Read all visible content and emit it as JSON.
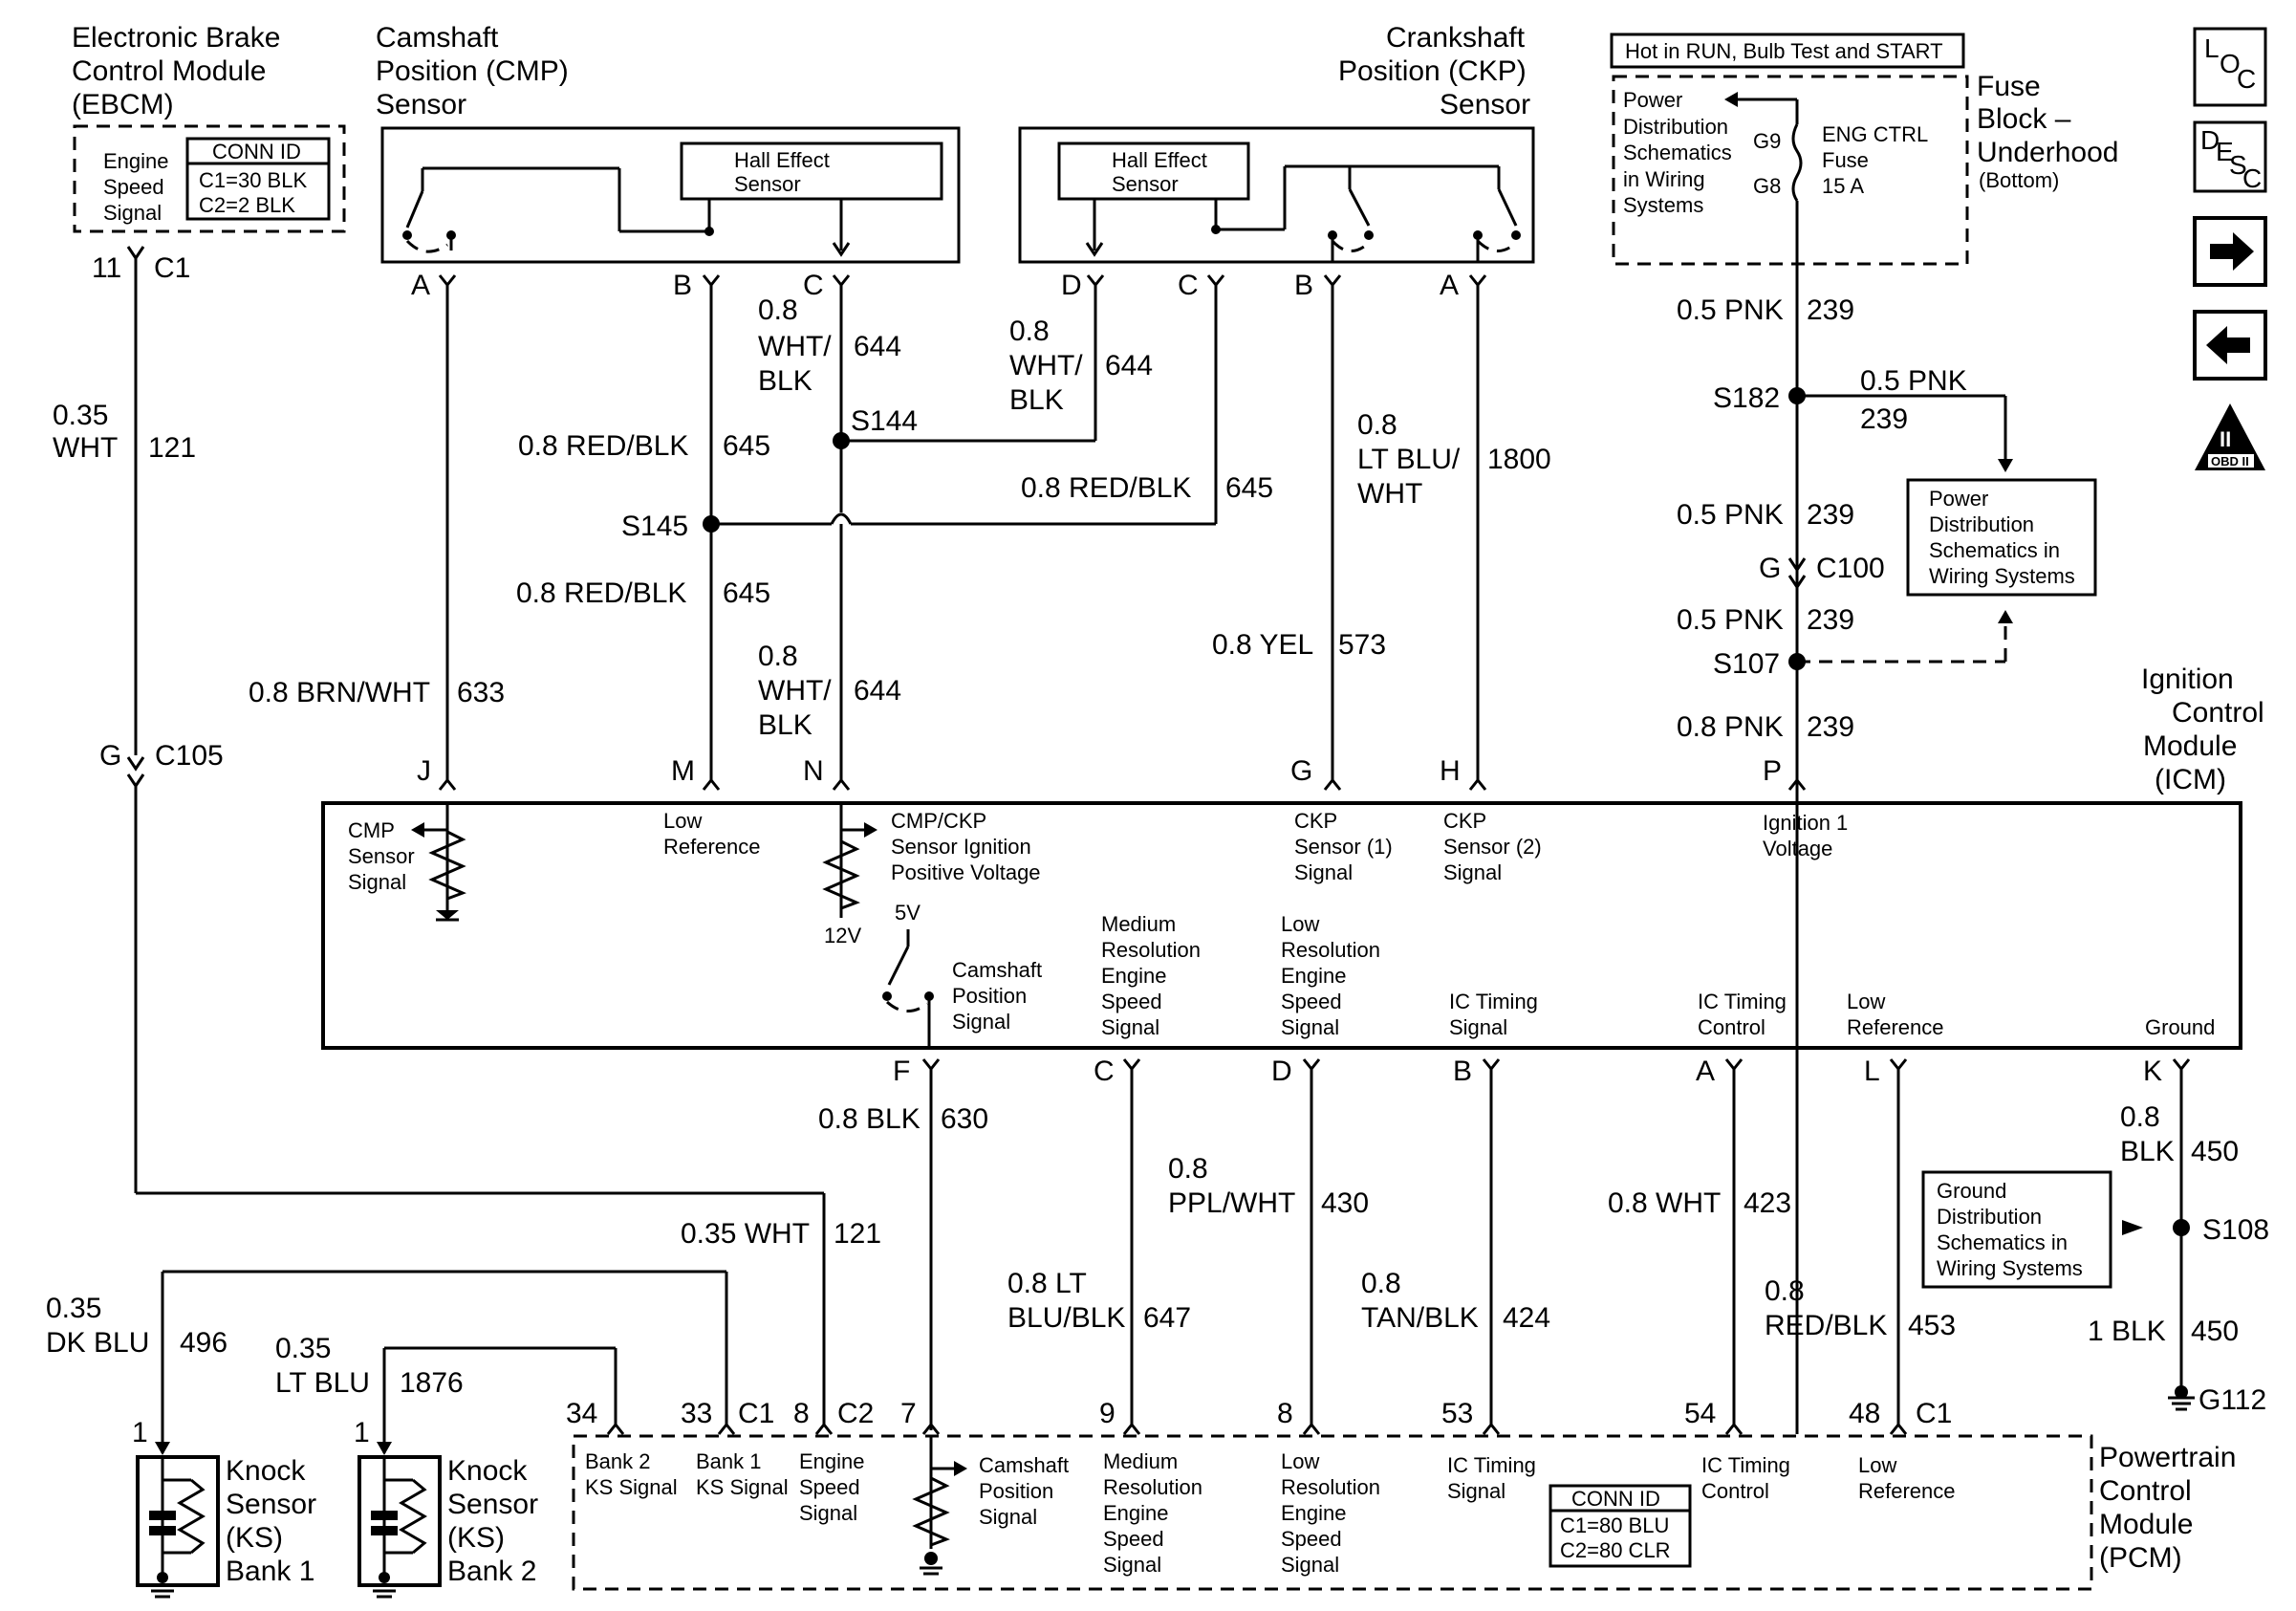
{
  "components": {
    "ebcm": {
      "lines": [
        "Electronic Brake",
        "Control Module",
        "(EBCM)"
      ]
    },
    "ebcm_signal": {
      "lines": [
        "Engine",
        "Speed",
        "Signal"
      ]
    },
    "ebcm_conn": {
      "title": "CONN ID",
      "rows": [
        "C1=30 BLK",
        "C2=2 BLK"
      ]
    },
    "cmp": {
      "lines": [
        "Camshaft",
        "Position (CMP)",
        "Sensor"
      ],
      "hall": [
        "Hall Effect",
        "Sensor"
      ]
    },
    "ckp": {
      "lines": [
        "Crankshaft",
        "Position (CKP)",
        "Sensor"
      ],
      "hall": [
        "Hall Effect",
        "Sensor"
      ]
    },
    "hot_label": "Hot in RUN, Bulb Test and START",
    "fuse_block": {
      "lines": [
        "Fuse",
        "Block –",
        "Underhood"
      ],
      "sub": "(Bottom)"
    },
    "power_dist": [
      "Power",
      "Distribution",
      "Schematics",
      "in Wiring",
      "Systems"
    ],
    "fuse": {
      "pins": [
        "G9",
        "G8"
      ],
      "lines": [
        "ENG CTRL",
        "Fuse",
        "15 A"
      ]
    },
    "power_dist_box": [
      "Power",
      "Distribution",
      "Schematics in",
      "Wiring Systems"
    ],
    "icm_title": [
      "Ignition",
      "Control",
      "Module",
      "(ICM)"
    ],
    "ground_dist": [
      "Ground",
      "Distribution",
      "Schematics in",
      "Wiring Systems"
    ],
    "pcm_title": [
      "Powertrain",
      "Control",
      "Module",
      "(PCM)"
    ],
    "pcm_conn": {
      "title": "CONN ID",
      "rows": [
        "C1=80 BLU",
        "C2=80 CLR"
      ]
    },
    "knock1": [
      "Knock",
      "Sensor",
      "(KS)",
      "Bank 1"
    ],
    "knock2": [
      "Knock",
      "Sensor",
      "(KS)",
      "Bank 2"
    ]
  },
  "nav_icons": {
    "loc": [
      "L",
      "O",
      "C"
    ],
    "desc": [
      "D",
      "E",
      "S",
      "C"
    ],
    "obd": [
      "II",
      "OBD II"
    ]
  },
  "icm_labels": [
    [
      "CMP",
      "Sensor",
      "Signal"
    ],
    [
      "Low",
      "Reference"
    ],
    [
      "CMP/CKP",
      "Sensor Ignition",
      "Positive Voltage"
    ],
    [
      "CKP",
      "Sensor (1)",
      "Signal"
    ],
    [
      "CKP",
      "Sensor (2)",
      "Signal"
    ],
    [
      "Ignition 1",
      "Voltage"
    ],
    [
      "12V"
    ],
    [
      "5V"
    ],
    [
      "Camshaft",
      "Position",
      "Signal"
    ],
    [
      "Medium",
      "Resolution",
      "Engine",
      "Speed",
      "Signal"
    ],
    [
      "Low",
      "Resolution",
      "Engine",
      "Speed",
      "Signal"
    ],
    [
      "IC Timing",
      "Signal"
    ],
    [
      "IC Timing",
      "Control"
    ],
    [
      "Low",
      "Reference"
    ],
    [
      "Ground"
    ]
  ],
  "pcm_labels": [
    [
      "Bank 2",
      "KS Signal"
    ],
    [
      "Bank 1",
      "KS Signal"
    ],
    [
      "Engine",
      "Speed",
      "Signal"
    ],
    [
      "Camshaft",
      "Position",
      "Signal"
    ],
    [
      "Medium",
      "Resolution",
      "Engine",
      "Speed",
      "Signal"
    ],
    [
      "Low",
      "Resolution",
      "Engine",
      "Speed",
      "Signal"
    ],
    [
      "IC Timing",
      "Signal"
    ],
    [
      "IC Timing",
      "Control"
    ],
    [
      "Low",
      "Reference"
    ]
  ],
  "pins": [
    "11",
    "C1",
    "A",
    "B",
    "C",
    "D",
    "C",
    "B",
    "A",
    "G",
    "C105",
    "J",
    "M",
    "N",
    "G",
    "H",
    "P",
    "F",
    "C",
    "D",
    "B",
    "A",
    "L",
    "K",
    "34",
    "33",
    "C1",
    "8",
    "C2",
    "7",
    "9",
    "8",
    "53",
    "54",
    "48",
    "C1",
    "1",
    "1",
    "G",
    "C100"
  ],
  "splices": [
    "S144",
    "S145",
    "S182",
    "S107",
    "S108",
    "G112"
  ],
  "wire_labels": [
    [
      "0.35",
      "WHT",
      "121"
    ],
    [
      "0.8",
      "WHT/",
      "644",
      "BLK"
    ],
    [
      "0.8",
      "WHT/",
      "644",
      "BLK"
    ],
    [
      "0.8 RED/BLK",
      "645"
    ],
    [
      "0.8 RED/BLK",
      "645"
    ],
    [
      "0.8 RED/BLK",
      "645"
    ],
    [
      "0.8",
      "WHT/",
      "644",
      "BLK"
    ],
    [
      "0.8 BRN/WHT",
      "633"
    ],
    [
      "0.8",
      "LT BLU/",
      "1800",
      "WHT"
    ],
    [
      "0.8 YEL",
      "573"
    ],
    [
      "0.5 PNK",
      "239"
    ],
    [
      "0.5 PNK",
      "239"
    ],
    [
      "0.5 PNK",
      "239"
    ],
    [
      "0.5 PNK",
      "239"
    ],
    [
      "0.8 PNK",
      "239"
    ],
    [
      "0.8 BLK",
      "630"
    ],
    [
      "0.8",
      "PPL/WHT",
      "430"
    ],
    [
      "0.8 WHT",
      "423"
    ],
    [
      "0.8",
      "BLK",
      "450"
    ],
    [
      "0.35 WHT",
      "121"
    ],
    [
      "0.8 LT",
      "BLU/BLK",
      "647"
    ],
    [
      "0.8",
      "TAN/BLK",
      "424"
    ],
    [
      "0.8",
      "RED/BLK",
      "453"
    ],
    [
      "1 BLK",
      "450"
    ],
    [
      "0.35",
      "DK BLU",
      "496"
    ],
    [
      "0.35",
      "LT BLU",
      "1876"
    ]
  ]
}
